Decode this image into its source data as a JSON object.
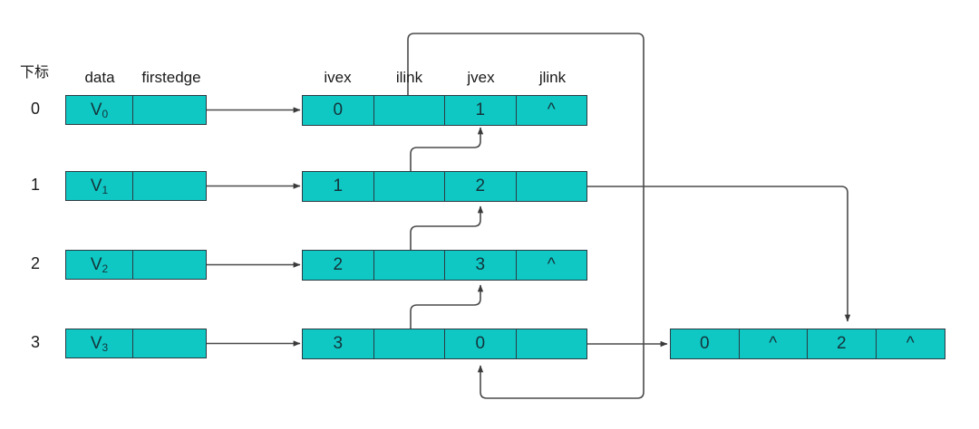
{
  "diagram": {
    "title_hint": "orthogonal-list-graph",
    "colors": {
      "node_fill": "#0fc8c4",
      "node_stroke": "#2b3a42",
      "text": "#14333a",
      "edge_line": "#4a4a4a"
    },
    "index_header": "下标",
    "vertex_headers": [
      {
        "label": "data"
      },
      {
        "label": "firstedge"
      }
    ],
    "edge_headers": [
      {
        "label": "ivex"
      },
      {
        "label": "ilink"
      },
      {
        "label": "jvex"
      },
      {
        "label": "jlink"
      }
    ],
    "rows": [
      {
        "index": "0",
        "vertex": {
          "data": "V",
          "sub": "0",
          "firstedge": ""
        },
        "edge": {
          "ivex": "0",
          "ilink": "",
          "jvex": "1",
          "jlink": "^"
        }
      },
      {
        "index": "1",
        "vertex": {
          "data": "V",
          "sub": "1",
          "firstedge": ""
        },
        "edge": {
          "ivex": "1",
          "ilink": "",
          "jvex": "2",
          "jlink": ""
        }
      },
      {
        "index": "2",
        "vertex": {
          "data": "V",
          "sub": "2",
          "firstedge": ""
        },
        "edge": {
          "ivex": "2",
          "ilink": "",
          "jvex": "3",
          "jlink": "^"
        }
      },
      {
        "index": "3",
        "vertex": {
          "data": "V",
          "sub": "3",
          "firstedge": ""
        },
        "edge": {
          "ivex": "3",
          "ilink": "",
          "jvex": "0",
          "jlink": ""
        }
      }
    ],
    "extra_edge_node": {
      "ivex": "0",
      "ilink": "^",
      "jvex": "2",
      "jlink": "^"
    }
  }
}
